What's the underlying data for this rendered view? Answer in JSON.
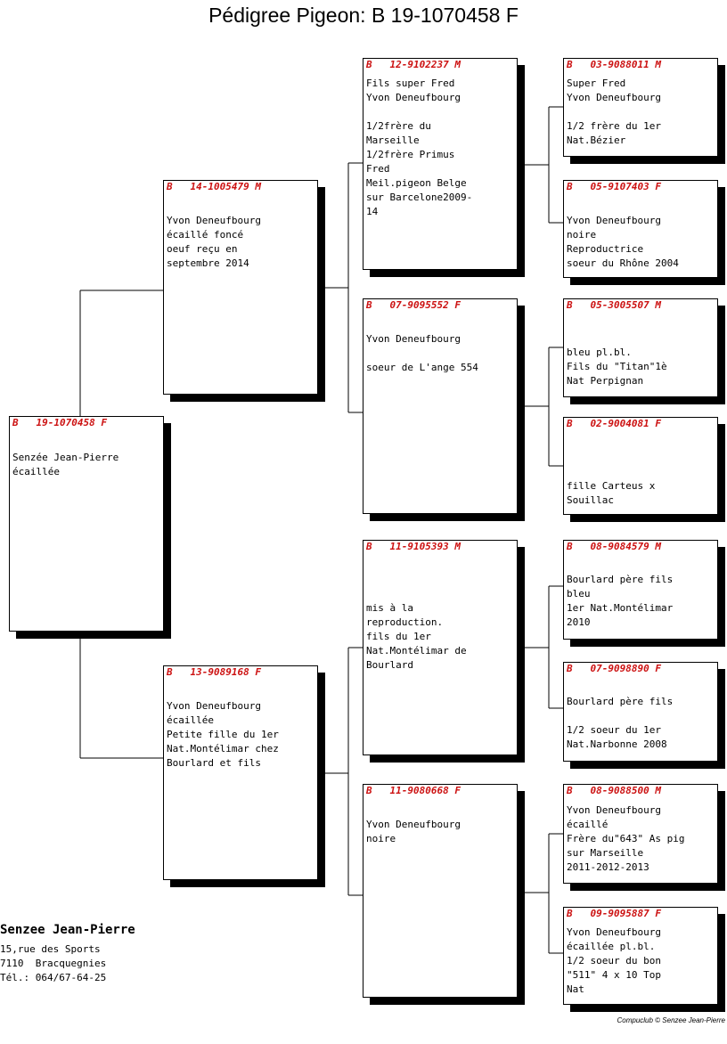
{
  "title": "Pédigree Pigeon: B   19-1070458 F",
  "pedigree": {
    "subject": {
      "head": "B   19-1070458 F",
      "body": "Senzée Jean-Pierre\nécaillée"
    },
    "sire": {
      "head": "B   14-1005479 M",
      "body": "Yvon Deneufbourg\nécaillé foncé\noeuf reçu en\nseptembre 2014"
    },
    "dam": {
      "head": "B   13-9089168 F",
      "body": "Yvon Deneufbourg\nécaillée\nPetite fille du 1er\nNat.Montélimar chez\nBourlard et fils"
    },
    "sire_sire": {
      "head": "B   12-9102237 M",
      "body": "Fils super Fred\nYvon Deneufbourg\n\n1/2frère du\nMarseille\n1/2frère Primus\nFred\nMeil.pigeon Belge\nsur Barcelone2009-\n14"
    },
    "sire_dam": {
      "head": "B   07-9095552 F",
      "body": "Yvon Deneufbourg\n\nsoeur de L'ange 554"
    },
    "dam_sire": {
      "head": "B   11-9105393 M",
      "body": "mis à la\nreproduction.\nfils du 1er\nNat.Montélimar de\nBourlard"
    },
    "dam_dam": {
      "head": "B   11-9080668 F",
      "body": "Yvon Deneufbourg\nnoire"
    },
    "ss_sire": {
      "head": "B   03-9088011 M",
      "body": "Super Fred\nYvon Deneufbourg\n\n1/2 frère du 1er\nNat.Bézier"
    },
    "ss_dam": {
      "head": "B   05-9107403 F",
      "body": "Yvon Deneufbourg\nnoire\nReproductrice\nsoeur du Rhône 2004"
    },
    "sd_sire": {
      "head": "B   05-3005507 M",
      "body": "bleu pl.bl.\nFils du \"Titan\"1è\nNat Perpignan"
    },
    "sd_dam": {
      "head": "B   02-9004081 F",
      "body": "fille Carteus x\nSouillac"
    },
    "ds_sire": {
      "head": "B   08-9084579 M",
      "body": "Bourlard père fils\nbleu\n1er Nat.Montélimar\n2010"
    },
    "ds_dam": {
      "head": "B   07-9098890 F",
      "body": "Bourlard père fils\n\n1/2 soeur du 1er\nNat.Narbonne 2008"
    },
    "dd_sire": {
      "head": "B   08-9088500 M",
      "body": "Yvon Deneufbourg\nécaillé\nFrère du\"643\" As pig\nsur Marseille\n2011-2012-2013"
    },
    "dd_dam": {
      "head": "B   09-9095887 F",
      "body": "Yvon Deneufbourg\nécaillée pl.bl.\n1/2 soeur du bon\n\"511\" 4 x 10 Top\nNat"
    }
  },
  "owner": {
    "name": "Senzee Jean-Pierre",
    "street": "15,rue des Sports",
    "city": "7110  Bracquegnies",
    "phone": "Tél.: 064/67-64-25"
  },
  "credit": "Compuclub © Senzee Jean-Pierre",
  "colors": {
    "ring_number": "#cc1111",
    "shadow": "#000000"
  }
}
